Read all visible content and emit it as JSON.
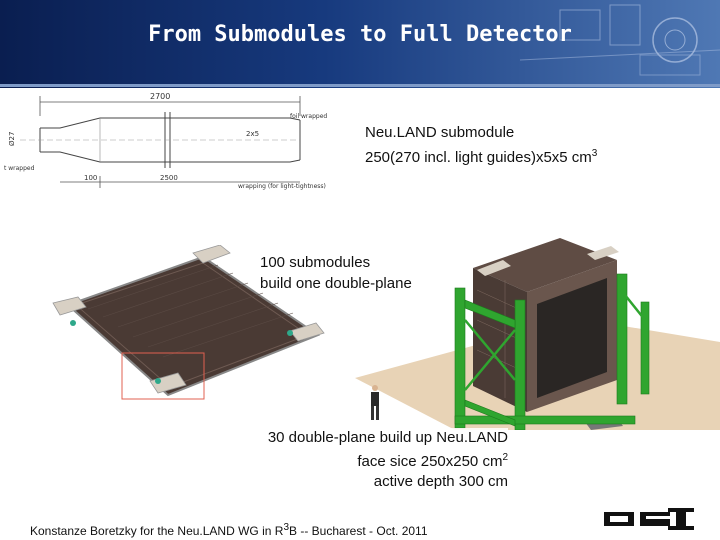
{
  "header": {
    "title": "From Submodules to Full Detector"
  },
  "drawing": {
    "dim_length": "2700",
    "dim_diam": "Ø27",
    "dim_lg": "100",
    "dim_core": "2500",
    "dim_height": "2x5",
    "label_foil": "foil wrapped",
    "label_wrapping": "wrapping (for light-tightness)",
    "label_left": "t wrapped"
  },
  "captions": {
    "submodule_title": "Neu.LAND submodule",
    "submodule_size": "250(270 incl. light guides)x5x5 cm",
    "submodule_size_sup": "3",
    "doubleplane_1": "100 submodules",
    "doubleplane_2": "build one double-plane",
    "detector_1": "30 double-plane build up Neu.LAND",
    "detector_2": "face sice 250x250 cm",
    "detector_2_sup": "2",
    "detector_3": "active depth 300 cm"
  },
  "footer": {
    "text_pre": "Konstanze Boretzky for the Neu.LAND WG in R",
    "text_sup": "3",
    "text_post": "B -- Bucharest - Oct. 2011",
    "logo": "GSI"
  },
  "colors": {
    "header_bg": "#173a7e",
    "frame_green": "#2fa52f",
    "panel_dark": "#3a2e2a",
    "floor": "#e7d2b4"
  }
}
